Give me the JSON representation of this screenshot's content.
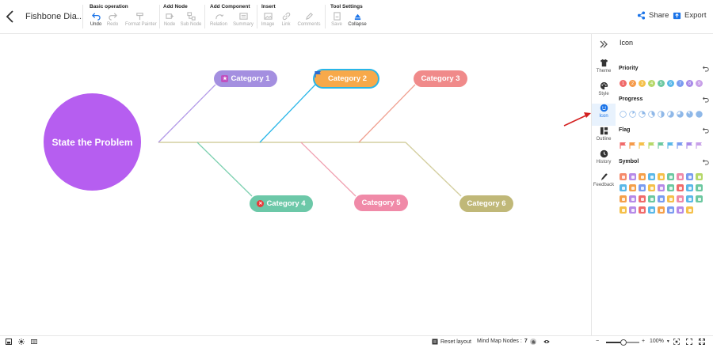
{
  "header": {
    "title": "Fishbone Dia...",
    "share_label": "Share",
    "export_label": "Export"
  },
  "toolbar": {
    "groups": [
      {
        "label": "Basic operation",
        "tools": [
          {
            "label": "Undo",
            "icon": "undo-icon",
            "active": true
          },
          {
            "label": "Redo",
            "icon": "redo-icon",
            "active": false
          },
          {
            "label": "Format Painter",
            "icon": "format-painter-icon",
            "active": false
          }
        ]
      },
      {
        "label": "Add Node",
        "tools": [
          {
            "label": "Node",
            "icon": "node-icon",
            "active": false
          },
          {
            "label": "Sub Node",
            "icon": "sub-node-icon",
            "active": false
          }
        ]
      },
      {
        "label": "Add Component",
        "tools": [
          {
            "label": "Relation",
            "icon": "relation-icon",
            "active": false
          },
          {
            "label": "Summary",
            "icon": "summary-icon",
            "active": false
          }
        ]
      },
      {
        "label": "Insert",
        "tools": [
          {
            "label": "Image",
            "icon": "image-icon",
            "active": false
          },
          {
            "label": "Link",
            "icon": "link-icon",
            "active": false
          },
          {
            "label": "Comments",
            "icon": "comments-icon",
            "active": false
          }
        ]
      },
      {
        "label": "Tool Settings",
        "tools": [
          {
            "label": "Save",
            "icon": "save-icon",
            "active": false
          },
          {
            "label": "Collapse",
            "icon": "collapse-icon",
            "active": true
          }
        ]
      }
    ]
  },
  "canvas": {
    "root": {
      "label": "State the Problem",
      "color": "#b65ef0"
    },
    "categories": [
      {
        "label": "Category 1",
        "color": "#a48fe0",
        "icon": "star-icon",
        "line_color": "#b39ae8"
      },
      {
        "label": "Category 2",
        "color": "#f7a94a",
        "icon": "flag-icon",
        "line_color": "#29b6e8",
        "selected": true
      },
      {
        "label": "Category 3",
        "color": "#f08a8a",
        "icon": "",
        "line_color": "#f0a090"
      },
      {
        "label": "Category 4",
        "color": "#6cc8a8",
        "icon": "close-icon",
        "line_color": "#7dd0b0"
      },
      {
        "label": "Category 5",
        "color": "#f08aa8",
        "icon": "",
        "line_color": "#f0a0b0"
      },
      {
        "label": "Category 6",
        "color": "#c0b878",
        "icon": "",
        "line_color": "#c8c090"
      }
    ],
    "spine_color": "#d4cfa0"
  },
  "rail": {
    "items": [
      {
        "label": "Theme",
        "icon": "shirt-icon",
        "active": false
      },
      {
        "label": "Style",
        "icon": "palette-icon",
        "active": false
      },
      {
        "label": "Icon",
        "icon": "smiley-icon",
        "active": true
      },
      {
        "label": "Outline",
        "icon": "outline-icon",
        "active": false
      },
      {
        "label": "History",
        "icon": "clock-icon",
        "active": false
      },
      {
        "label": "Feedback",
        "icon": "feedback-icon",
        "active": false
      }
    ]
  },
  "panel": {
    "title": "Icon",
    "sections": {
      "priority": "Priority",
      "progress": "Progress",
      "flag": "Flag",
      "symbol": "Symbol"
    },
    "priority_items": [
      "1",
      "2",
      "3",
      "4",
      "5",
      "6",
      "7",
      "8",
      "9"
    ],
    "priority_colors": [
      "#f06a6a",
      "#f59a4a",
      "#f5c04a",
      "#b6d86a",
      "#6cc8a0",
      "#5ab8e8",
      "#7a9cf0",
      "#a88ae8",
      "#c8a0e8"
    ],
    "progress_fractions": [
      0,
      0.125,
      0.25,
      0.375,
      0.5,
      0.625,
      0.75,
      0.875,
      1
    ],
    "flag_colors": [
      "#f06a6a",
      "#f59a4a",
      "#f5c04a",
      "#b6d86a",
      "#6cc8a0",
      "#5ab8e8",
      "#7a9cf0",
      "#a88ae8",
      "#c8a0e8"
    ],
    "symbol_colors": [
      [
        "#f58a6a",
        "#b68ae8",
        "#f5a04a",
        "#5ab8e8",
        "#f5c04a",
        "#6cc8a0",
        "#f08aa8",
        "#7a9cf0",
        "#b6d86a"
      ],
      [
        "#5ab8e8",
        "#f5a04a",
        "#7a9cf0",
        "#f5c04a",
        "#b68ae8",
        "#6cc8a0",
        "#f06a6a",
        "#5ab8e8",
        "#6cc8a0"
      ],
      [
        "#f5a04a",
        "#b68ae8",
        "#f06a6a",
        "#6cc8a0",
        "#7a9cf0",
        "#f5c04a",
        "#f08aa8",
        "#5ab8e8",
        "#6cc8a0"
      ],
      [
        "#f5c04a",
        "#b68ae8",
        "#f06a6a",
        "#5ab8e8",
        "#f5a04a",
        "#7a9cf0",
        "#b68ae8",
        "#f5c04a"
      ]
    ]
  },
  "bottom": {
    "reset_layout": "Reset layout",
    "nodes_label": "Mind Map Nodes :",
    "nodes_count": "7",
    "zoom": "100%",
    "zoom_fraction": 0.5
  }
}
